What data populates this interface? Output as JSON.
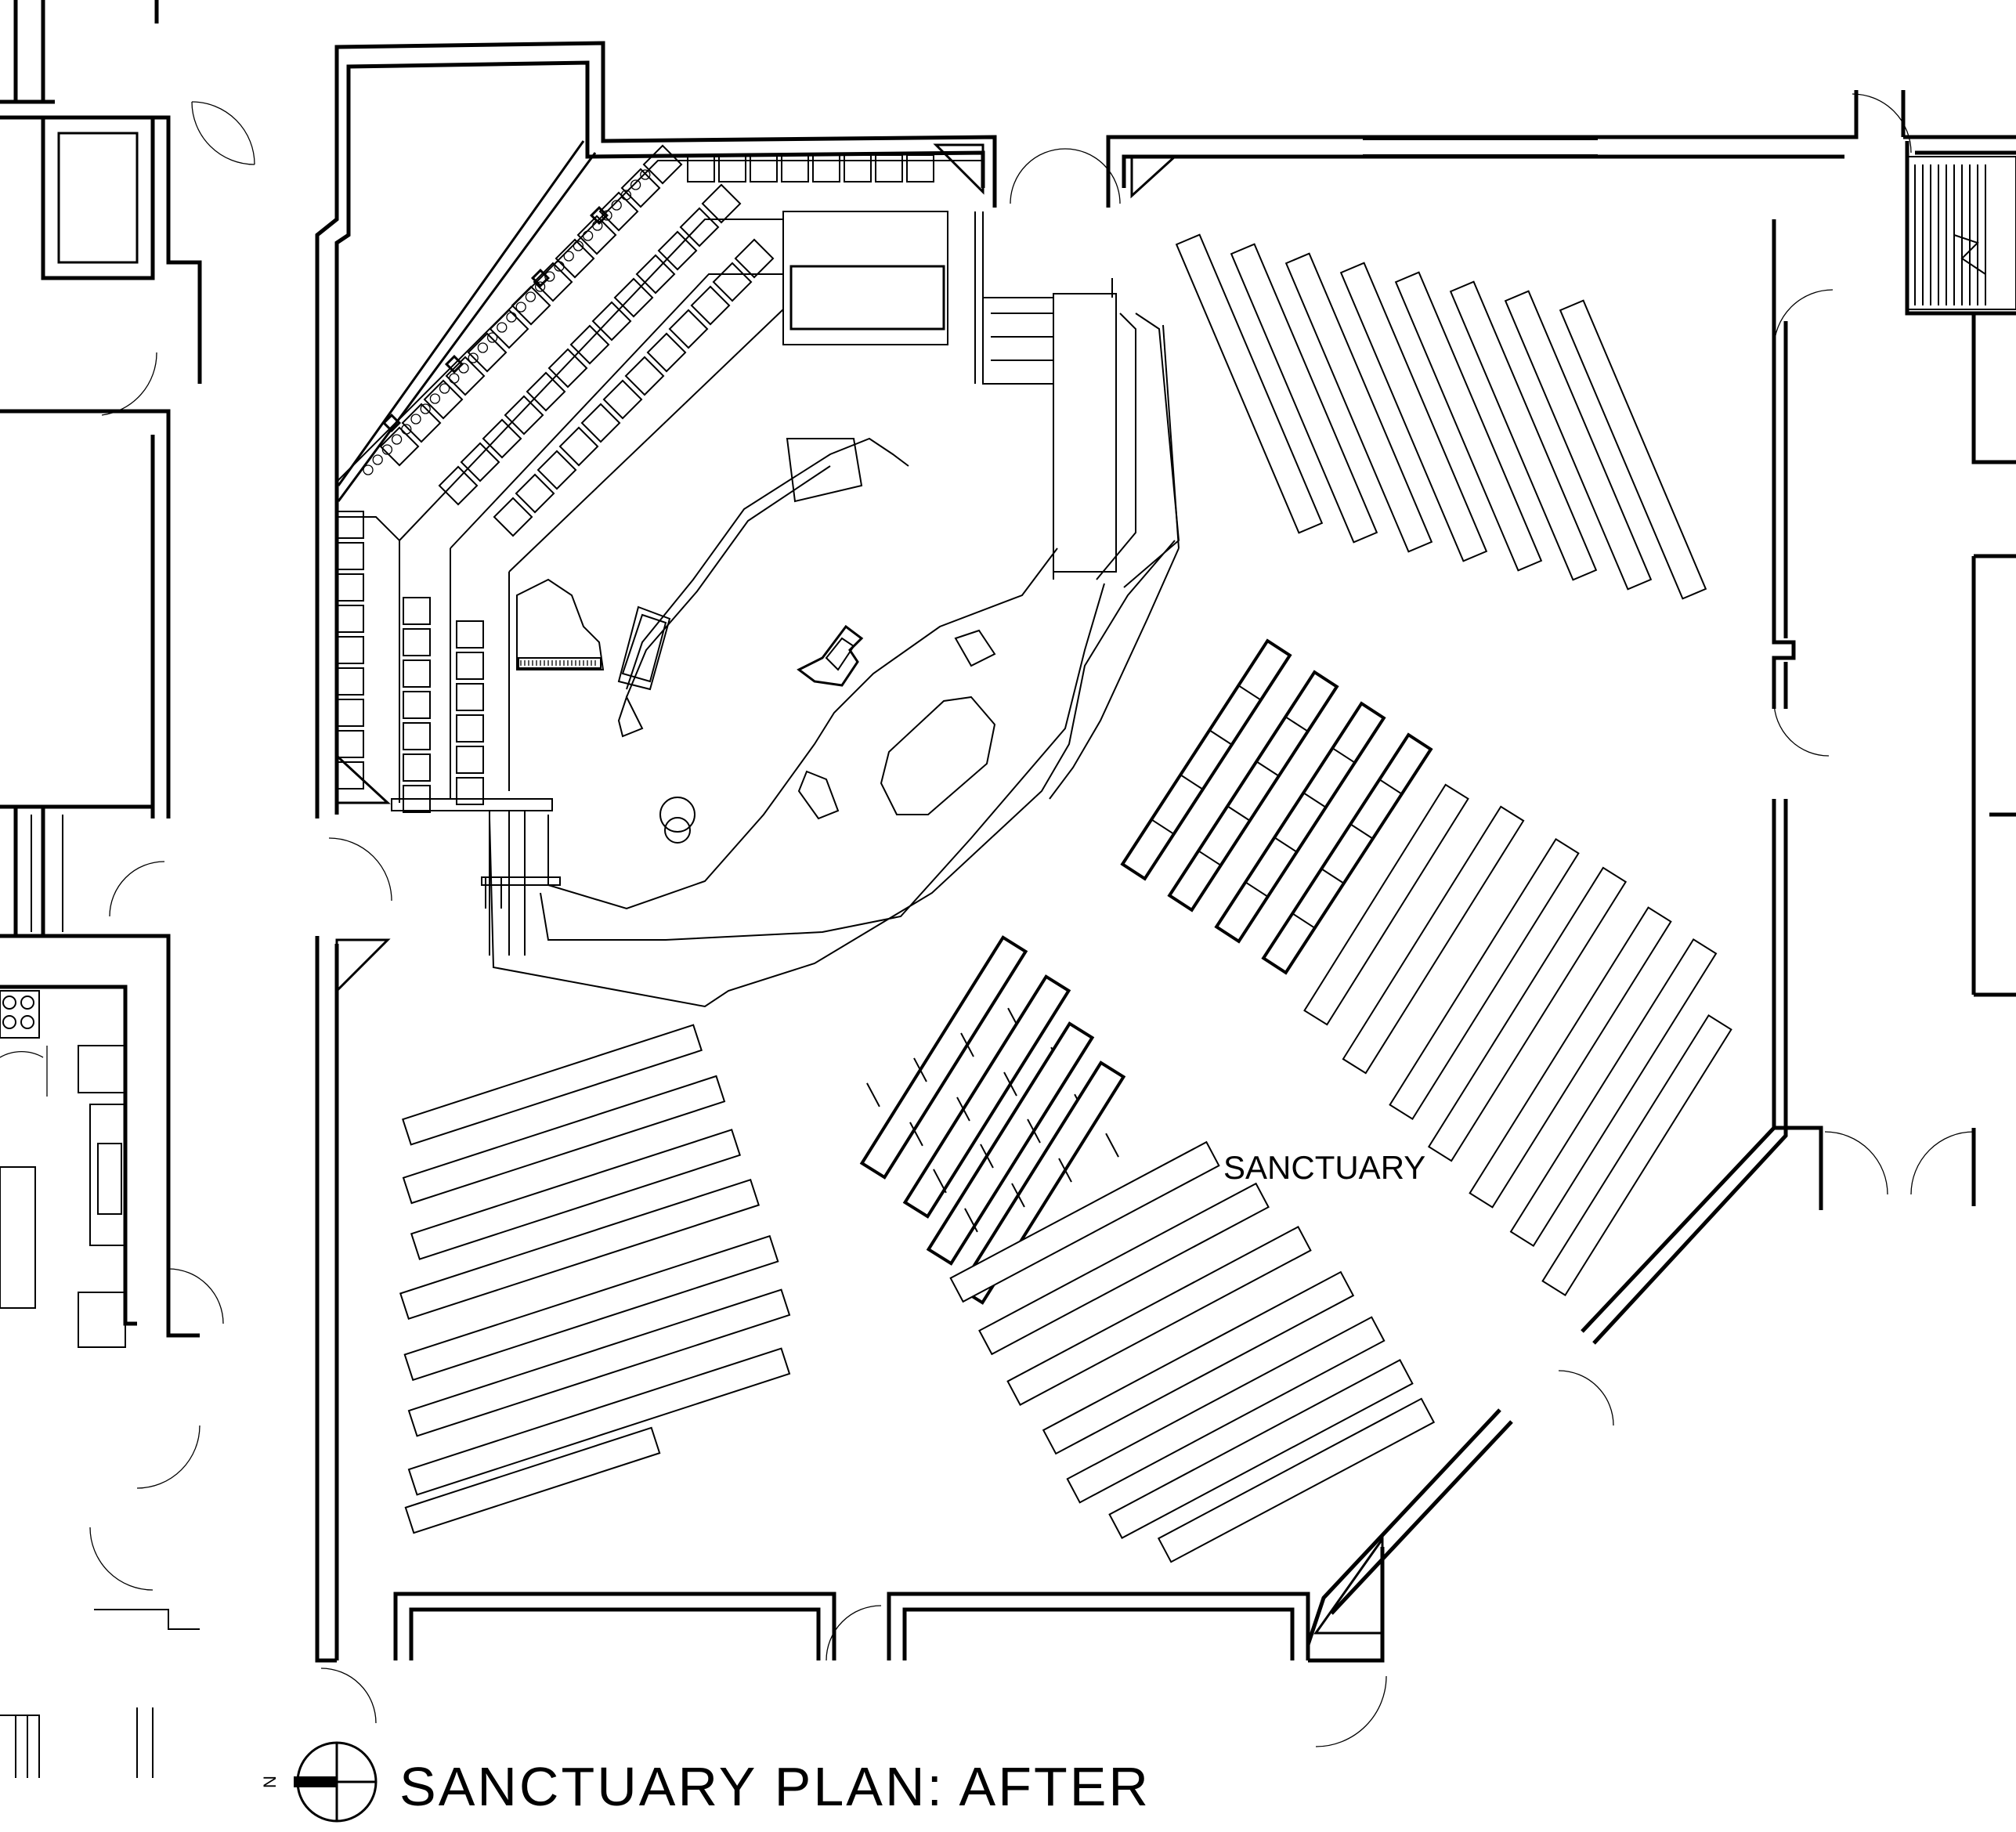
{
  "plan": {
    "room_label": "SANCTUARY",
    "caption_text": "SANCTUARY PLAN: AFTER",
    "north_letter": "N"
  }
}
